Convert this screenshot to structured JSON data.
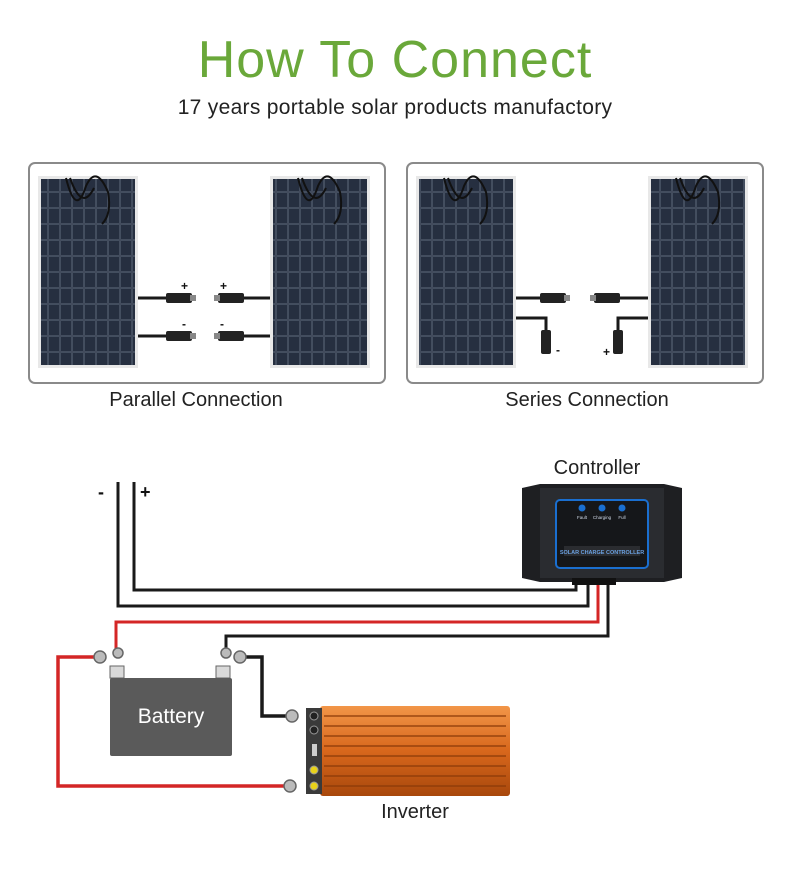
{
  "header": {
    "title": "How To Connect",
    "subtitle": "17 years portable solar products manufactory"
  },
  "connections": {
    "parallel_label": "Parallel Connection",
    "series_label": "Series Connection"
  },
  "wiring": {
    "controller_label": "Controller",
    "battery_label": "Battery",
    "inverter_label": "Inverter",
    "minus_sign": "-",
    "plus_sign": "+",
    "controller_panel_text": "SOLAR CHARGE CONTROLLER",
    "led_labels": [
      "Fault",
      "Charging",
      "Full"
    ]
  },
  "colors": {
    "title_green": "#6aa83a",
    "wire_red": "#d42626",
    "wire_black": "#222222",
    "inverter_orange": "#d86a1c",
    "battery_gray": "#5a5a5a",
    "controller_blue": "#1a6fd0"
  }
}
